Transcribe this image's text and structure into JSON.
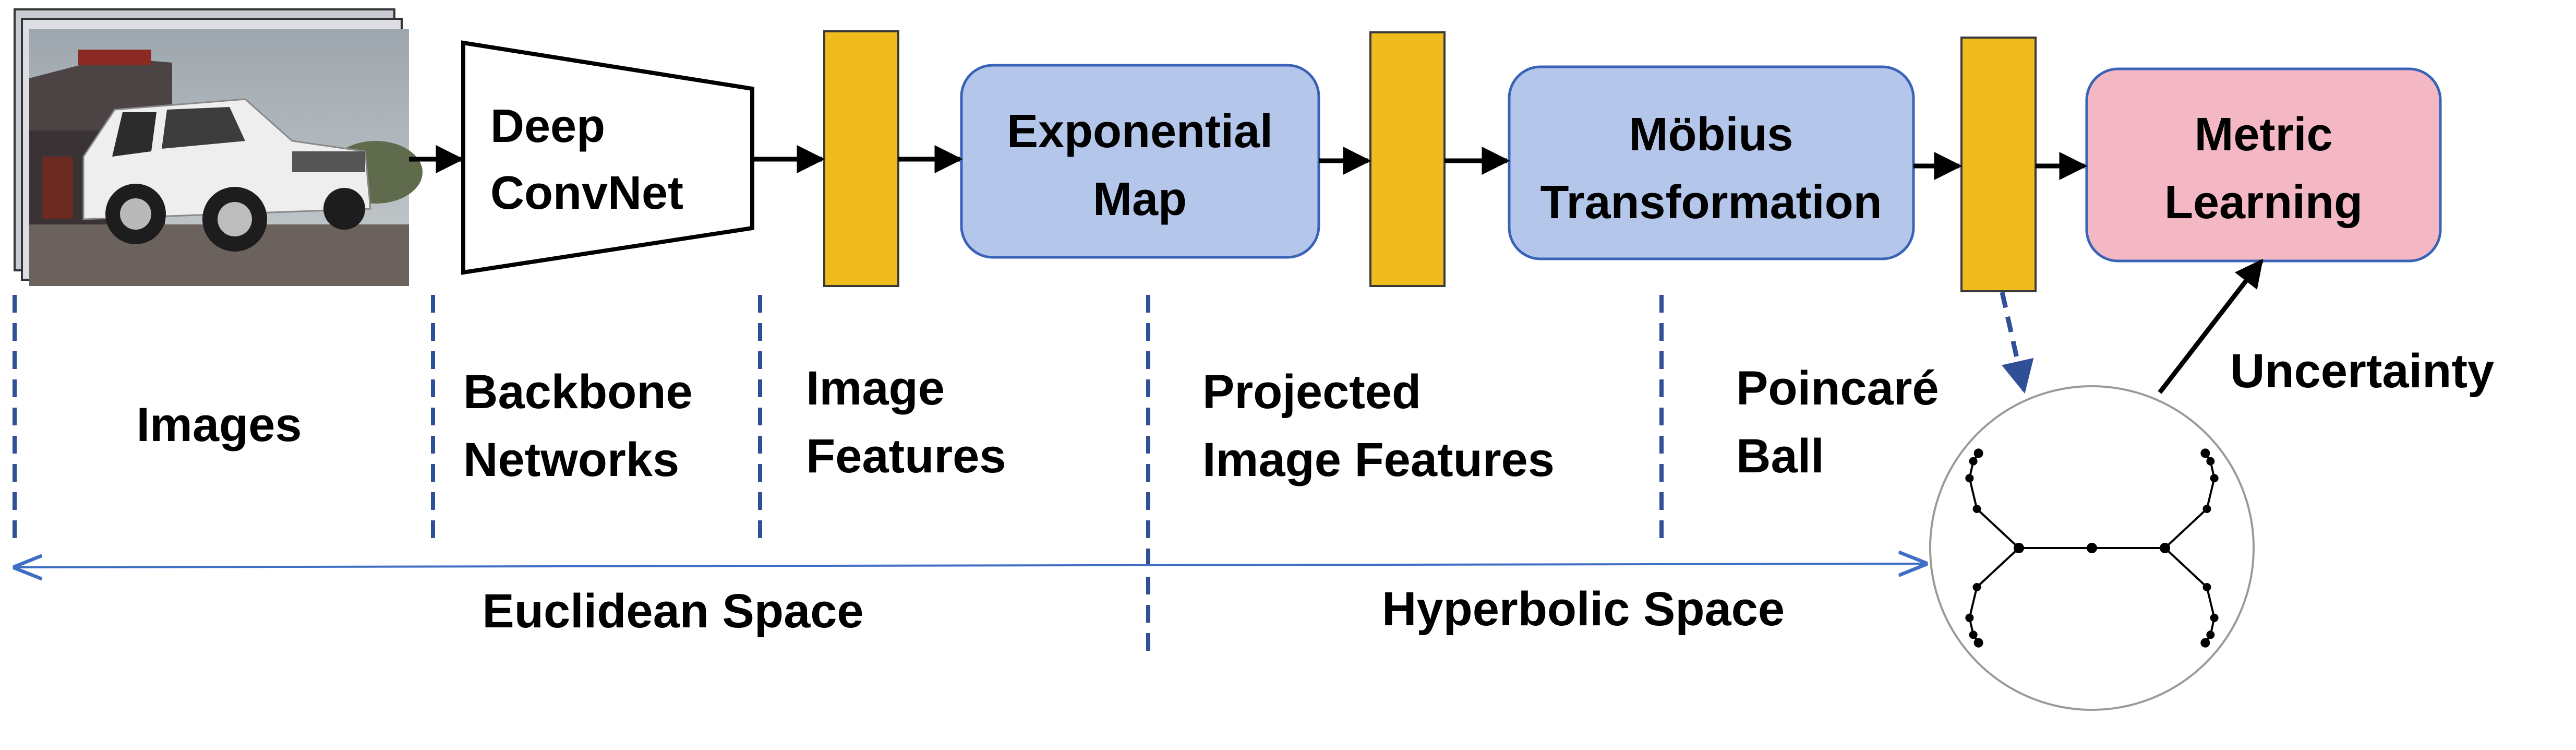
{
  "colors": {
    "feature_bar": "#f0bb1d",
    "blue_box_fill": "#b4c6ea",
    "blue_box_stroke": "#3a63b8",
    "pink_box_fill": "#f3b8c4",
    "pink_box_stroke": "#3a63b8",
    "dashed_line": "#2f4f96",
    "space_arrow": "#3f6fc4",
    "arrow": "#000000"
  },
  "icons": {
    "input_image": "suv-photo-icon",
    "poincare_disk": "hyperbolic-tree-disk-icon"
  },
  "backbone": {
    "line1": "Deep",
    "line2": "ConvNet"
  },
  "exp_map": {
    "line1": "Exponential",
    "line2": "Map"
  },
  "mobius": {
    "line1": "Möbius",
    "line2": "Transformation"
  },
  "metric": {
    "line1": "Metric",
    "line2": "Learning"
  },
  "stage_labels": {
    "images": "Images",
    "backbone": {
      "line1": "Backbone",
      "line2": "Networks"
    },
    "image_features": {
      "line1": "Image",
      "line2": "Features"
    },
    "projected": {
      "line1": "Projected",
      "line2": "Image Features"
    },
    "poincare": {
      "line1": "Poincaré",
      "line2": "Ball"
    },
    "uncertainty": "Uncertainty"
  },
  "spaces": {
    "euclidean": "Euclidean Space",
    "hyperbolic": "Hyperbolic Space"
  }
}
